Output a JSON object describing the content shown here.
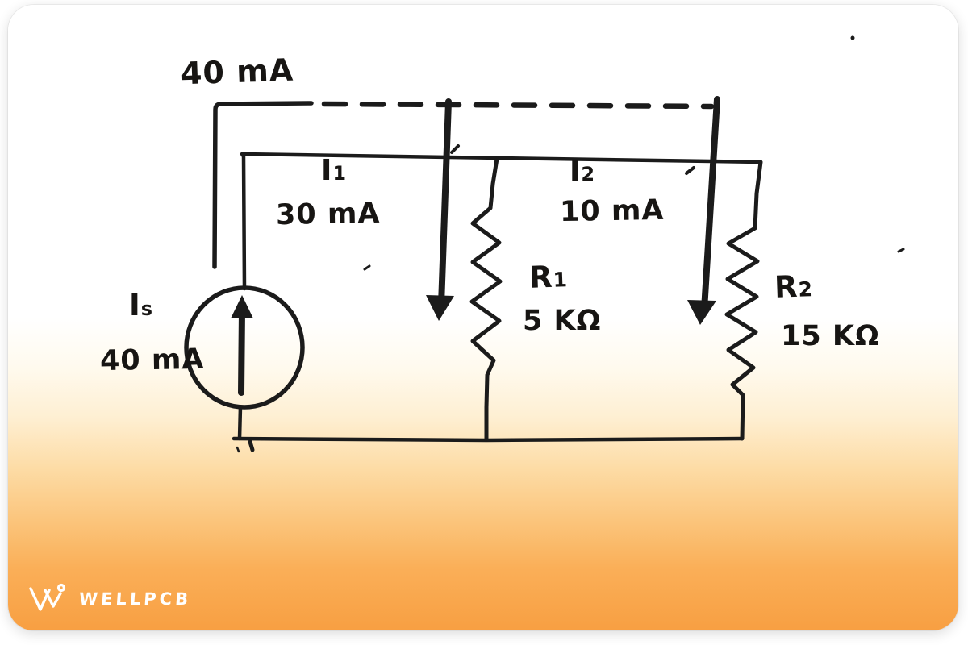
{
  "colors": {
    "ink": "#1b1b1b",
    "card_orange_bottom": "#f89f42",
    "card_top": "#ffffff",
    "logo_white": "#ffffff"
  },
  "circuit": {
    "type": "current-divider",
    "total_current_label": "40 mA",
    "source": {
      "component": "current-source",
      "arrow_direction": "up",
      "symbol": "I",
      "subscript": "s",
      "value": "40 mA"
    },
    "branches": [
      {
        "current_symbol": "I",
        "current_subscript": "1",
        "current_value": "30 mA",
        "arrow_direction": "down",
        "resistor_symbol": "R",
        "resistor_subscript": "1",
        "resistance": "5 KΩ"
      },
      {
        "current_symbol": "I",
        "current_subscript": "2",
        "current_value": "10 mA",
        "arrow_direction": "down",
        "resistor_symbol": "R",
        "resistor_subscript": "2",
        "resistance": "15 KΩ"
      }
    ]
  },
  "branding": {
    "logo_text": "WELLPCB"
  }
}
